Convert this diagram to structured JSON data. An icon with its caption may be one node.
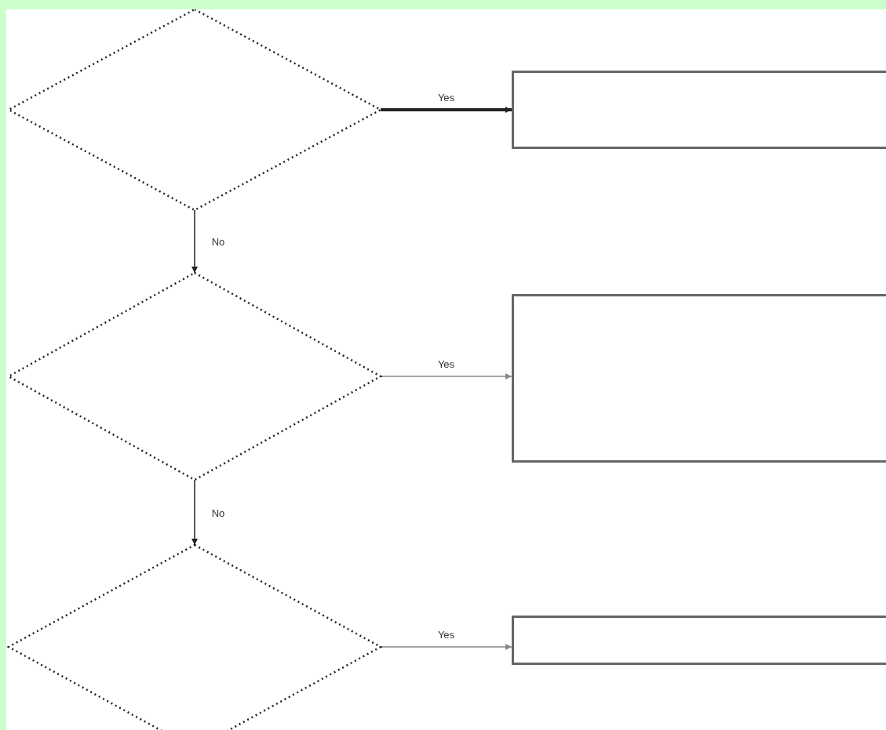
{
  "diagram": {
    "nodes": [
      {
        "text": [],
        "shape": "diamond"
      },
      {
        "text": [],
        "shape": "box"
      },
      {
        "text": [],
        "shape": "diamond"
      },
      {
        "text": [],
        "shape": "box"
      },
      {
        "text": [],
        "shape": "diamond"
      },
      {
        "text": [],
        "shape": "box"
      }
    ],
    "edges": [
      {
        "from": 0,
        "to": 1,
        "arrow": "to",
        "label": "Yes",
        "style": "thick"
      },
      {
        "from": 0,
        "to": 2,
        "arrow": "to",
        "label": "No"
      },
      {
        "from": 2,
        "to": 3,
        "arrow": "to",
        "label": "Yes",
        "color": "#888888"
      },
      {
        "from": 2,
        "to": 4,
        "arrow": "to",
        "label": "No"
      },
      {
        "from": 4,
        "to": 5,
        "arrow": "to",
        "label": "Yes",
        "color": "#888888"
      }
    ]
  }
}
